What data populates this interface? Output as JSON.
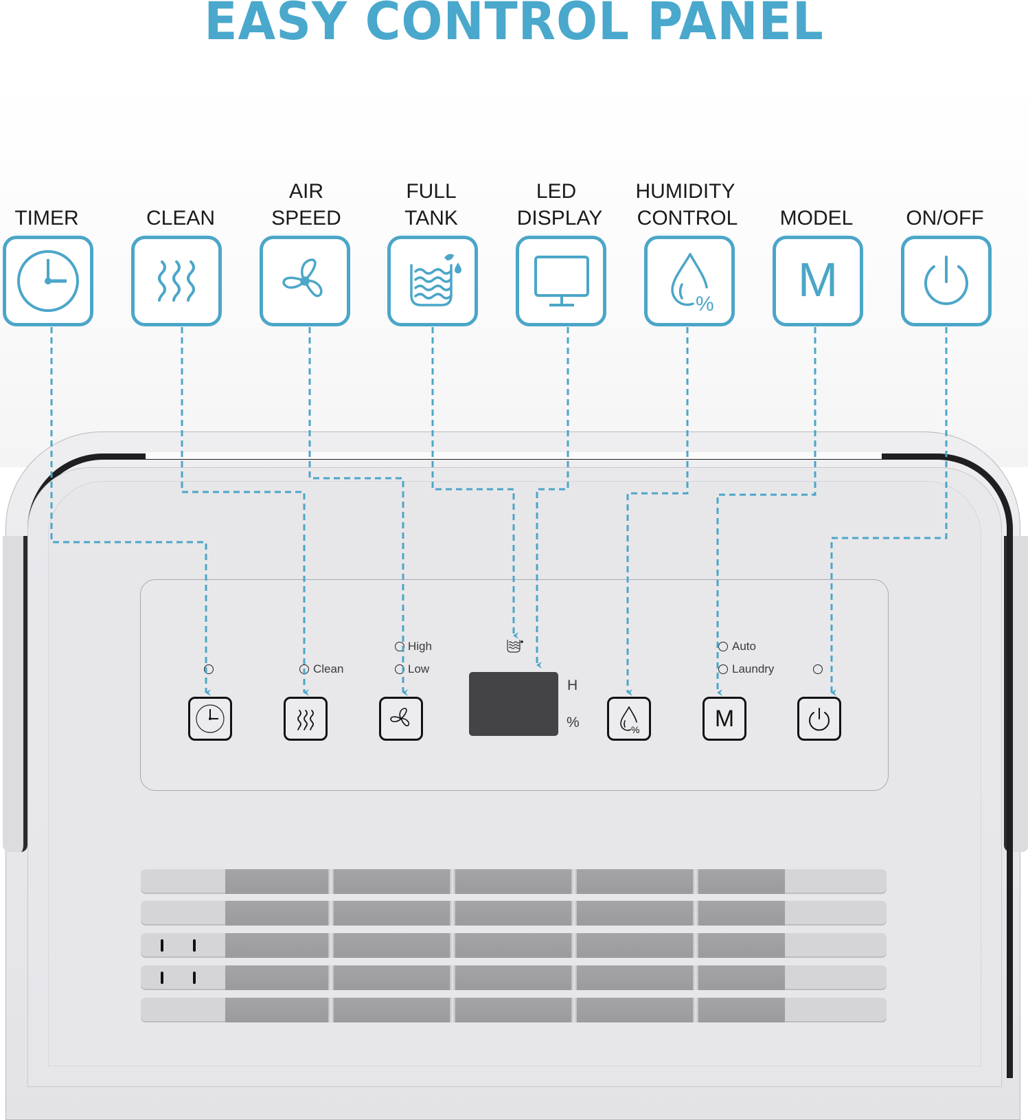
{
  "header": {
    "title": "EASY CONTROL PANEL"
  },
  "colors": {
    "accent": "#4ba6c8",
    "title": "#4aa8cc",
    "display": "#444446",
    "panel_outline": "#111111"
  },
  "features": [
    {
      "id": "timer",
      "label_line1": "",
      "label_line2": "TIMER",
      "icon": "clock-icon"
    },
    {
      "id": "clean",
      "label_line1": "",
      "label_line2": "CLEAN",
      "icon": "heat-waves-icon"
    },
    {
      "id": "air-speed",
      "label_line1": "AIR",
      "label_line2": "SPEED",
      "icon": "fan-icon"
    },
    {
      "id": "full-tank",
      "label_line1": "FULL",
      "label_line2": "TANK",
      "icon": "water-tank-icon"
    },
    {
      "id": "led-display",
      "label_line1": "LED",
      "label_line2": "DISPLAY",
      "icon": "monitor-icon"
    },
    {
      "id": "humidity-control",
      "label_line1": "HUMIDITY",
      "label_line2": "CONTROL",
      "icon": "humidity-drop-icon"
    },
    {
      "id": "model",
      "label_line1": "",
      "label_line2": "MODEL",
      "icon": "m-letter-icon",
      "glyph": "M"
    },
    {
      "id": "on-off",
      "label_line1": "",
      "label_line2": "ON/OFF",
      "icon": "power-icon"
    }
  ],
  "panel": {
    "indicators": {
      "timer": "",
      "clean": "Clean",
      "air_high": "High",
      "air_low": "Low",
      "model_auto": "Auto",
      "model_laundry": "Laundry",
      "power": ""
    },
    "display_units": {
      "top": "H",
      "bottom": "%"
    },
    "model_button_glyph": "M"
  }
}
